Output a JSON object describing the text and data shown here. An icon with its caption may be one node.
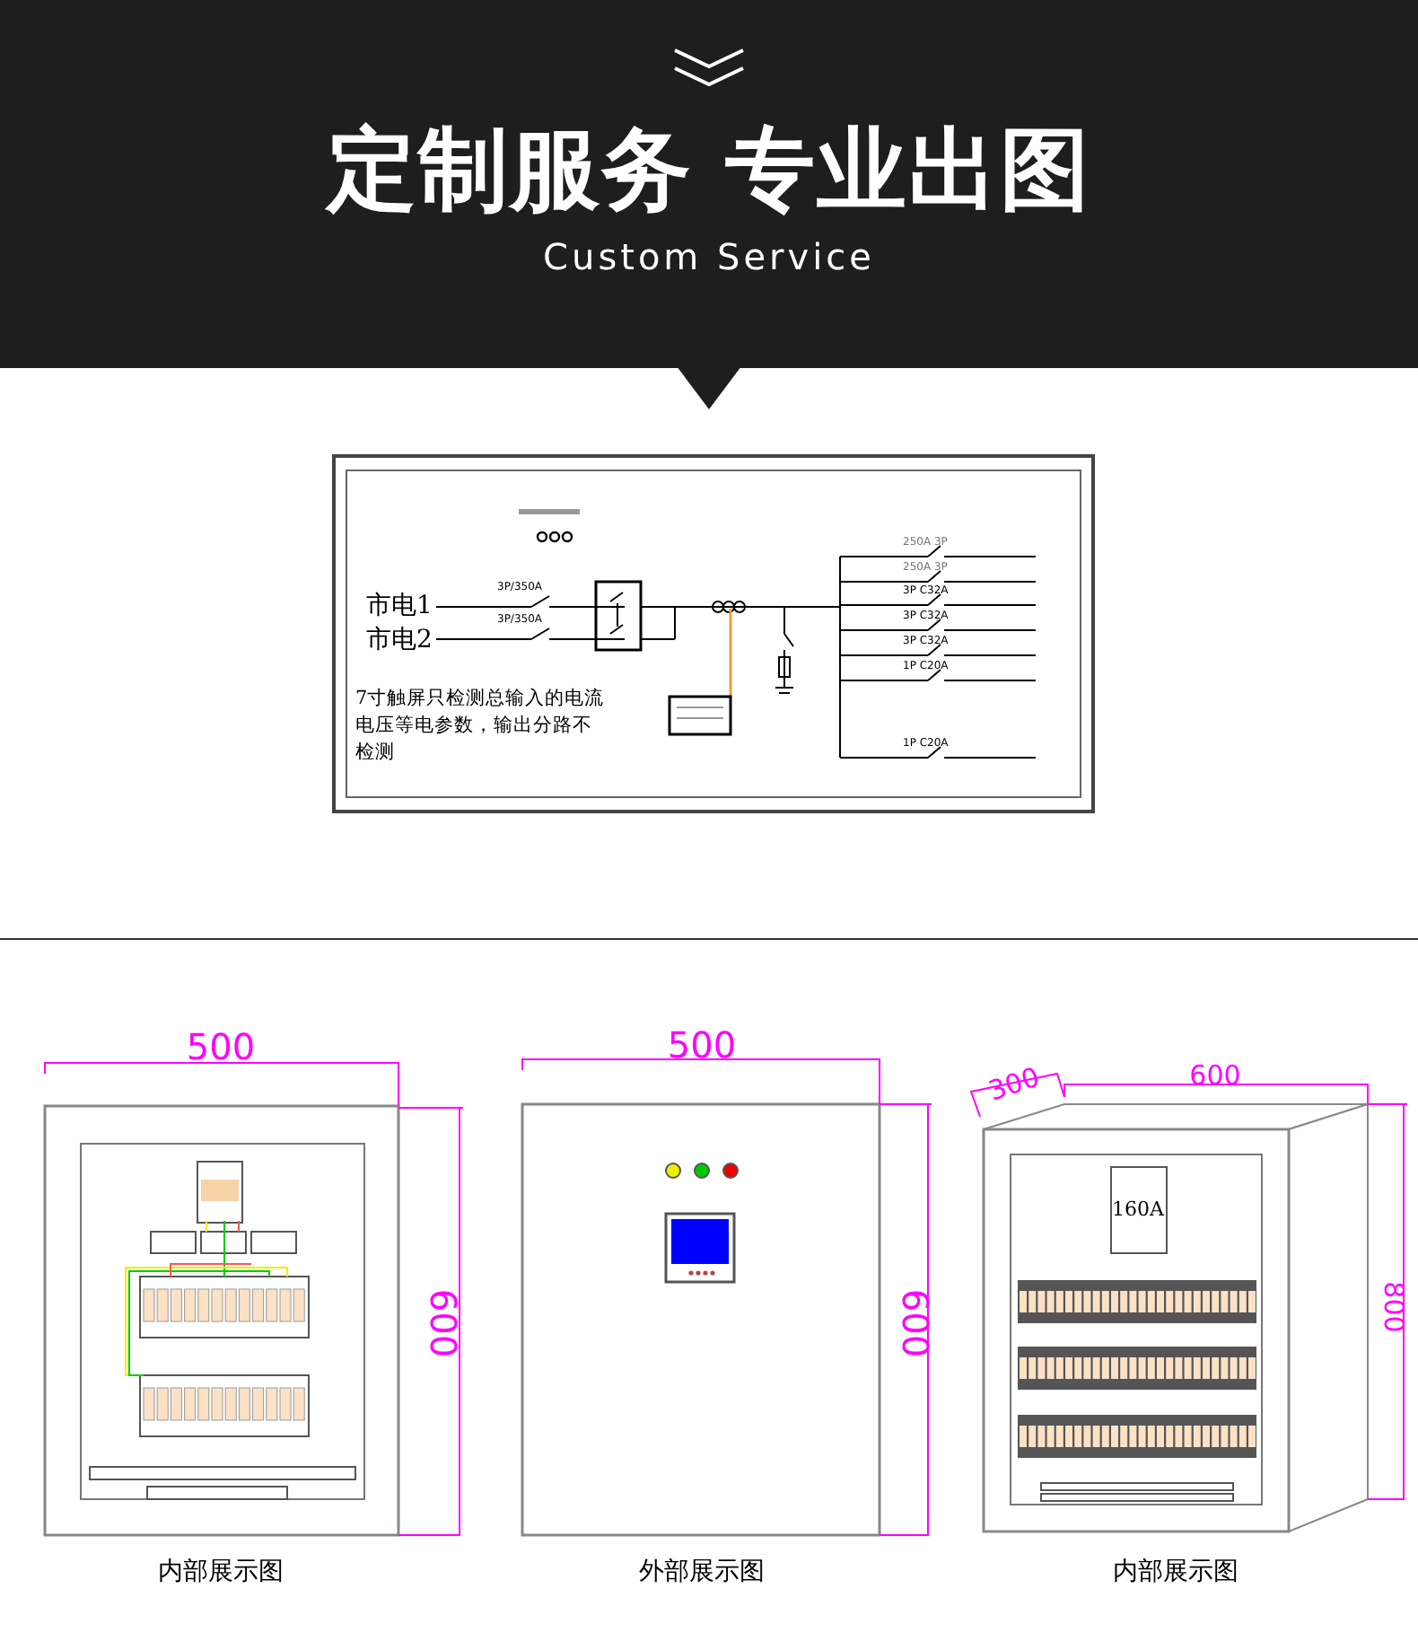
{
  "diagram": {
    "title": "定制服务 专业出图",
    "labels": [
      "Custom Service",
      "市电1",
      "3P/350A",
      "市电2",
      "3P/350A",
      "7寸触屏只检测总输入的电流电压等电参数，输出分路不检测",
      "250A 3P",
      "250A 3P",
      "3P C32A",
      "3P C32A",
      "3P C32A",
      "1P C20A",
      "1P C20A",
      "500",
      "600",
      "内部展示图",
      "500",
      "600",
      "外部展示图",
      "300",
      "600",
      "800",
      "160A",
      "内部展示图"
    ]
  }
}
